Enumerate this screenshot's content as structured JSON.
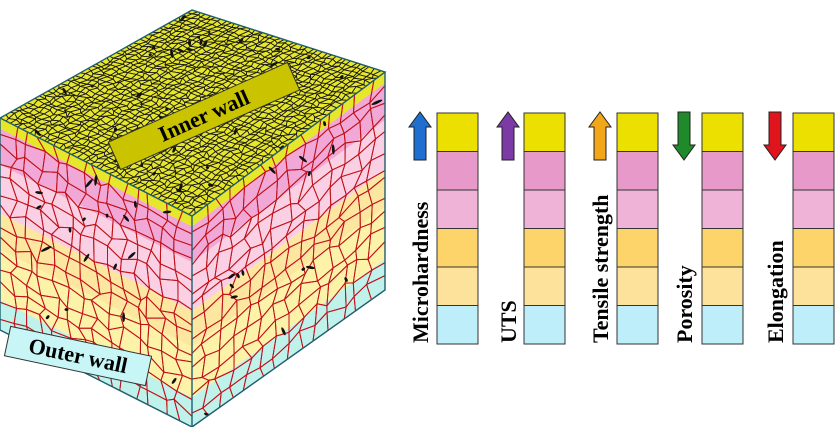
{
  "figure": {
    "cube": {
      "top_label": "Inner wall",
      "bottom_label": "Outer wall"
    },
    "properties": [
      {
        "name": "Microhardness",
        "arrow": "up",
        "arrow_color": "#1f6fd1"
      },
      {
        "name": "UTS",
        "arrow": "up",
        "arrow_color": "#7b3aa6"
      },
      {
        "name": "Tensile strength",
        "arrow": "up",
        "arrow_color": "#f2a71a"
      },
      {
        "name": "Porosity",
        "arrow": "down",
        "arrow_color": "#1f8a2a"
      },
      {
        "name": "Elongation",
        "arrow": "down",
        "arrow_color": "#e0141c"
      }
    ],
    "layer_colors": [
      "#ece000",
      "#e79ac9",
      "#eeb3d6",
      "#fcd46a",
      "#fde29c",
      "#bdeefa"
    ]
  }
}
